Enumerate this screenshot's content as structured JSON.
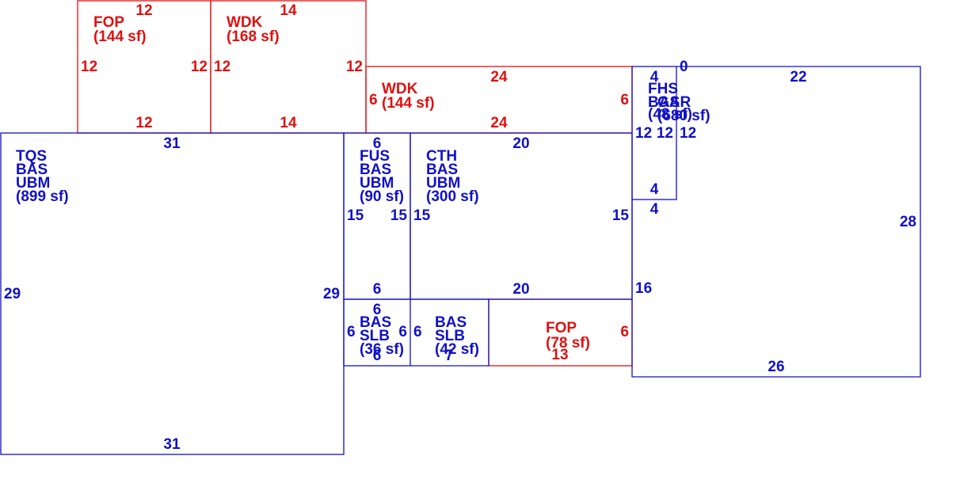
{
  "colors": {
    "living": "#1010c8",
    "deck_porch": "#e01010",
    "background": "#ffffff"
  },
  "areas": {
    "tqs": {
      "lines": [
        "TQS",
        "BAS",
        "UBM",
        "(899 sf)"
      ],
      "dims": {
        "top": "31",
        "bottom": "31",
        "left": "29",
        "right": "29"
      }
    },
    "fus": {
      "lines": [
        "FUS",
        "BAS",
        "UBM",
        "(90 sf)"
      ],
      "dims": {
        "top": "6",
        "bottom": "6",
        "left": "15",
        "right": "15"
      }
    },
    "cth": {
      "lines": [
        "CTH",
        "BAS",
        "UBM",
        "(300 sf)"
      ],
      "dims": {
        "top": "20",
        "bottom": "20",
        "left": "15",
        "right": "15"
      }
    },
    "bas_slb_36": {
      "lines": [
        "BAS",
        "SLB",
        "(36 sf)"
      ],
      "dims": {
        "top": "6",
        "bottom": "6",
        "left": "6",
        "right": "6"
      }
    },
    "bas_slb_42": {
      "lines": [
        "BAS",
        "SLB",
        "(42 sf)"
      ],
      "dims": {
        "left": "6",
        "bottom": "7"
      }
    },
    "fop_78": {
      "lines": [
        "FOP",
        "(78 sf)"
      ],
      "dims": {
        "right": "6",
        "bottom": "13"
      }
    },
    "fop_144": {
      "lines": [
        "FOP",
        "(144 sf)"
      ],
      "dims": {
        "top": "12",
        "bottom": "12",
        "left": "12",
        "right": "12"
      }
    },
    "wdk_168": {
      "lines": [
        "WDK",
        "(168 sf)"
      ],
      "dims": {
        "top": "14",
        "bottom": "14",
        "left": "12",
        "right": "12"
      }
    },
    "wdk_144": {
      "lines": [
        "WDK",
        "(144 sf)"
      ],
      "dims": {
        "top": "24",
        "bottom": "24",
        "left": "6",
        "right": "6"
      }
    },
    "fhs": {
      "lines": [
        "FHS",
        "BAS"
      ],
      "dims": {
        "top": "4",
        "bottom": "4",
        "left": "12",
        "right": "12",
        "below": "4"
      }
    },
    "gar": {
      "lines": [
        "GAR",
        "(680 sf)"
      ],
      "dims": {
        "top": "22",
        "right": "28",
        "bottom": "26",
        "left": "16",
        "corner": "0"
      }
    },
    "overlap": {
      "lines": [
        "(48 sf)"
      ]
    }
  }
}
